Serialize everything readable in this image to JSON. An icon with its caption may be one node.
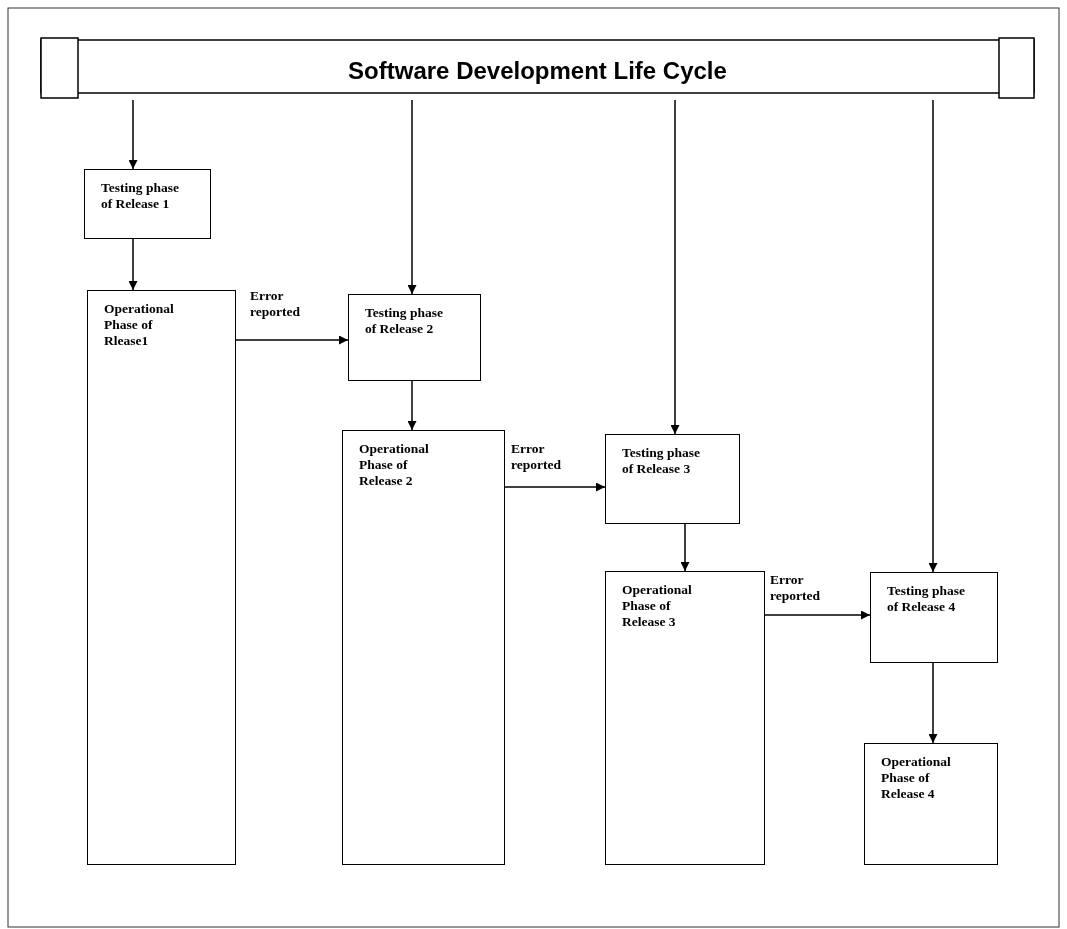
{
  "diagram": {
    "nodes": [
      {
        "text": [
          "Software Development Life Cycle"
        ]
      },
      {
        "text": [
          "Testing phase of Release 1"
        ]
      },
      {
        "text": [
          "Operational Phase of Rlease1"
        ]
      },
      {
        "text": [
          "Testing phase of Release 2"
        ]
      },
      {
        "text": [
          "Operational Phase of Release 2"
        ]
      },
      {
        "text": [
          "Testing phase of Release 3"
        ]
      },
      {
        "text": [
          "Operational Phase of Release 3"
        ]
      },
      {
        "text": [
          "Testing phase of Release 4"
        ]
      },
      {
        "text": [
          "Operational Phase of Release 4"
        ]
      }
    ],
    "edges": [
      {
        "from": 0,
        "to": 1,
        "arrow": "to"
      },
      {
        "from": 1,
        "to": 2,
        "arrow": "to"
      },
      {
        "from": 0,
        "to": 3,
        "arrow": "to"
      },
      {
        "from": 2,
        "to": 3,
        "arrow": "to",
        "label": "Error reported"
      },
      {
        "from": 3,
        "to": 4,
        "arrow": "to"
      },
      {
        "from": 0,
        "to": 5,
        "arrow": "to"
      },
      {
        "from": 4,
        "to": 5,
        "arrow": "to",
        "label": "Error reported"
      },
      {
        "from": 5,
        "to": 6,
        "arrow": "to"
      },
      {
        "from": 0,
        "to": 7,
        "arrow": "to"
      },
      {
        "from": 6,
        "to": 7,
        "arrow": "to",
        "label": "Error reported"
      },
      {
        "from": 7,
        "to": 8,
        "arrow": "to"
      }
    ]
  }
}
